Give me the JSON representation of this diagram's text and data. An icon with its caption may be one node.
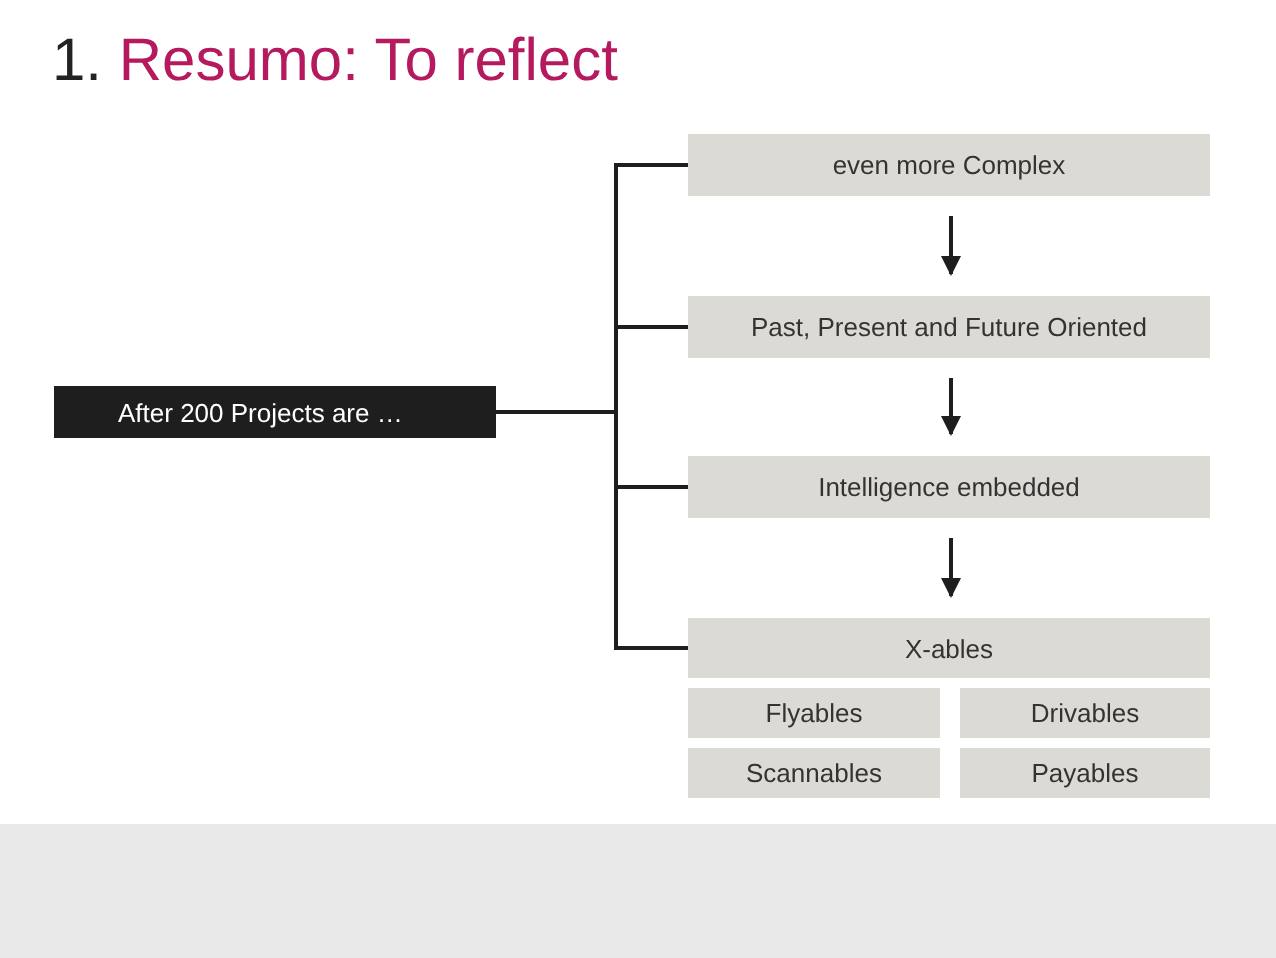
{
  "diagram": {
    "title": "Resumo: To reflect",
    "nodes": [
      {
        "text": [
          "After 200 Projects are …"
        ]
      },
      {
        "text": [
          "even more Complex"
        ]
      },
      {
        "text": [
          "Past, Present and Future Oriented"
        ]
      },
      {
        "text": [
          "Intelligence embedded"
        ]
      },
      {
        "text": [
          "X-ables"
        ]
      },
      {
        "text": [
          "Flyables"
        ]
      },
      {
        "text": [
          "Drivables"
        ]
      },
      {
        "text": [
          "Scannables"
        ]
      },
      {
        "text": [
          "Payables"
        ]
      }
    ],
    "edges": [
      {
        "from": 0,
        "to": 1,
        "arrow": "none"
      },
      {
        "from": 0,
        "to": 2,
        "arrow": "none"
      },
      {
        "from": 0,
        "to": 3,
        "arrow": "none"
      },
      {
        "from": 0,
        "to": 4,
        "arrow": "none"
      },
      {
        "from": 1,
        "to": 2,
        "arrow": "to"
      },
      {
        "from": 2,
        "to": 3,
        "arrow": "to"
      },
      {
        "from": 3,
        "to": 4,
        "arrow": "to"
      }
    ],
    "labels": [
      "1."
    ]
  }
}
